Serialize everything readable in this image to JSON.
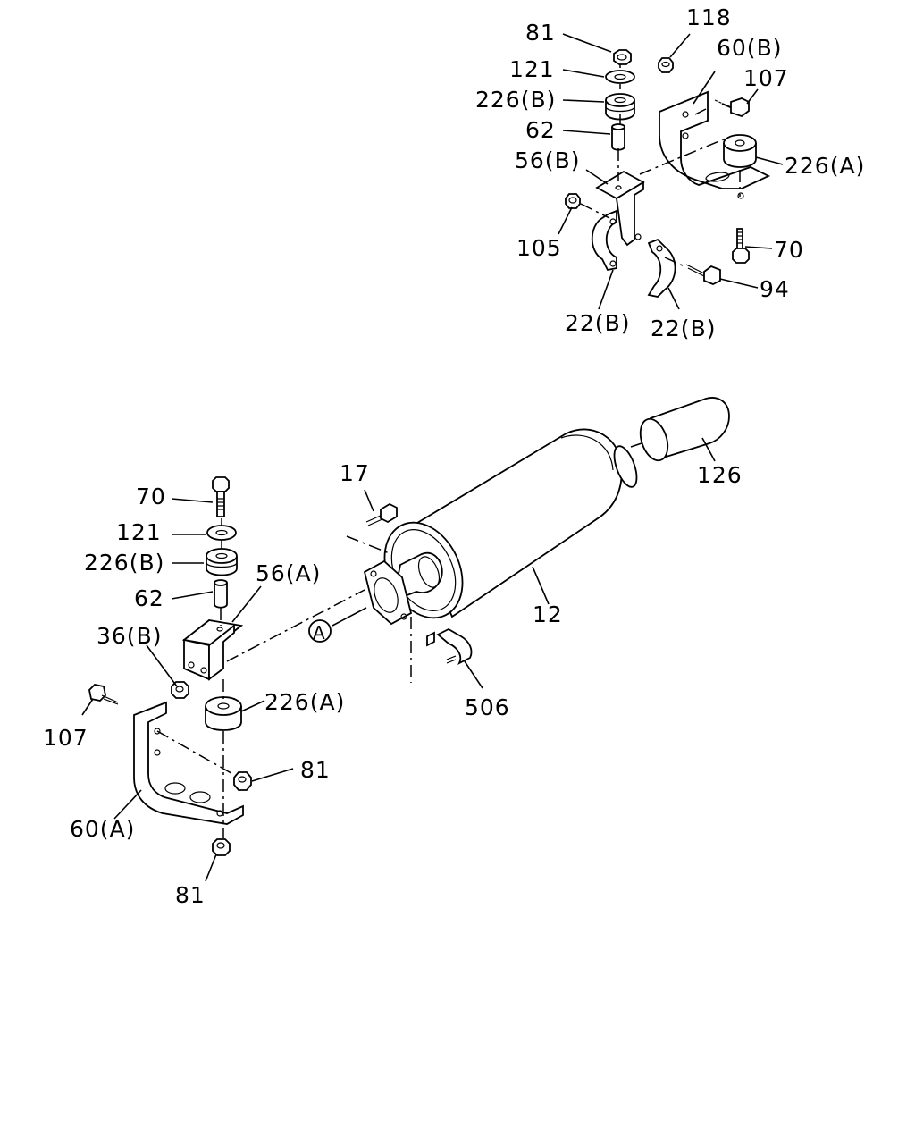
{
  "callouts": {
    "top": {
      "n81": "81",
      "n121": "121",
      "n226b": "226(B)",
      "n62": "62",
      "n56b": "56(B)",
      "n105": "105",
      "n22b_left": "22(B)",
      "n22b_right": "22(B)",
      "n118": "118",
      "n60b": "60(B)",
      "n107": "107",
      "n226a": "226(A)",
      "n70": "70",
      "n94": "94"
    },
    "bottom": {
      "n70": "70",
      "n121": "121",
      "n226b": "226(B)",
      "n62": "62",
      "n56a": "56(A)",
      "n36b": "36(B)",
      "n107": "107",
      "n60a": "60(A)",
      "n81_nut": "81",
      "n81_bottom": "81",
      "n226a": "226(A)",
      "n17": "17",
      "n12": "12",
      "n126": "126",
      "n506": "506",
      "circle_a": "A"
    }
  }
}
